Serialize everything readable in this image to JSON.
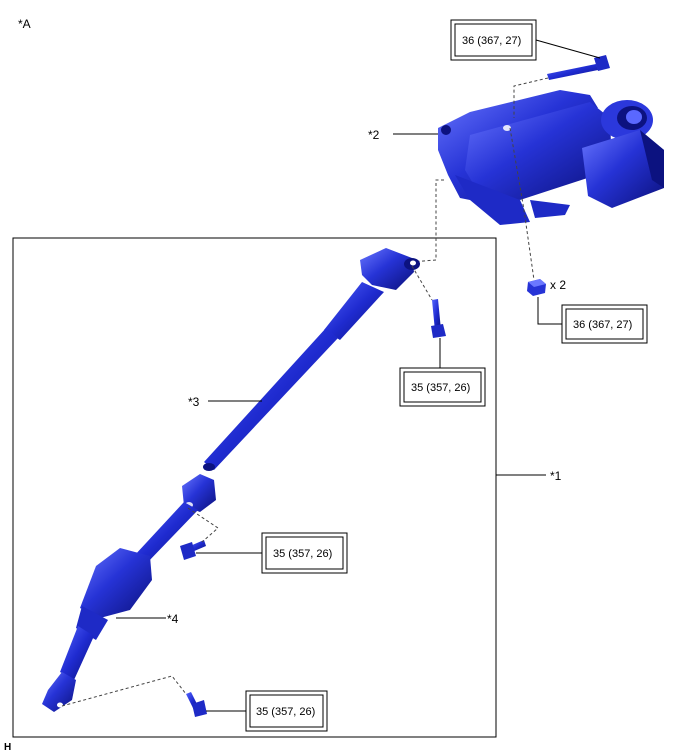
{
  "view_label": "*A",
  "corner_label": "H",
  "callouts": {
    "c1": "*1",
    "c2": "*2",
    "c3": "*3",
    "c4": "*4"
  },
  "torques": {
    "t_top_bolt": "36 (367, 27)",
    "t_nut": "36 (367, 27)",
    "t_upper_joint": "35 (357, 26)",
    "t_mid_joint": "35 (357, 26)",
    "t_lower_joint": "35 (357, 26)"
  },
  "quantity": "x 2",
  "colors": {
    "part_blue": "#2a36d8",
    "part_dark": "#0c1280",
    "part_light": "#6f7dff"
  }
}
